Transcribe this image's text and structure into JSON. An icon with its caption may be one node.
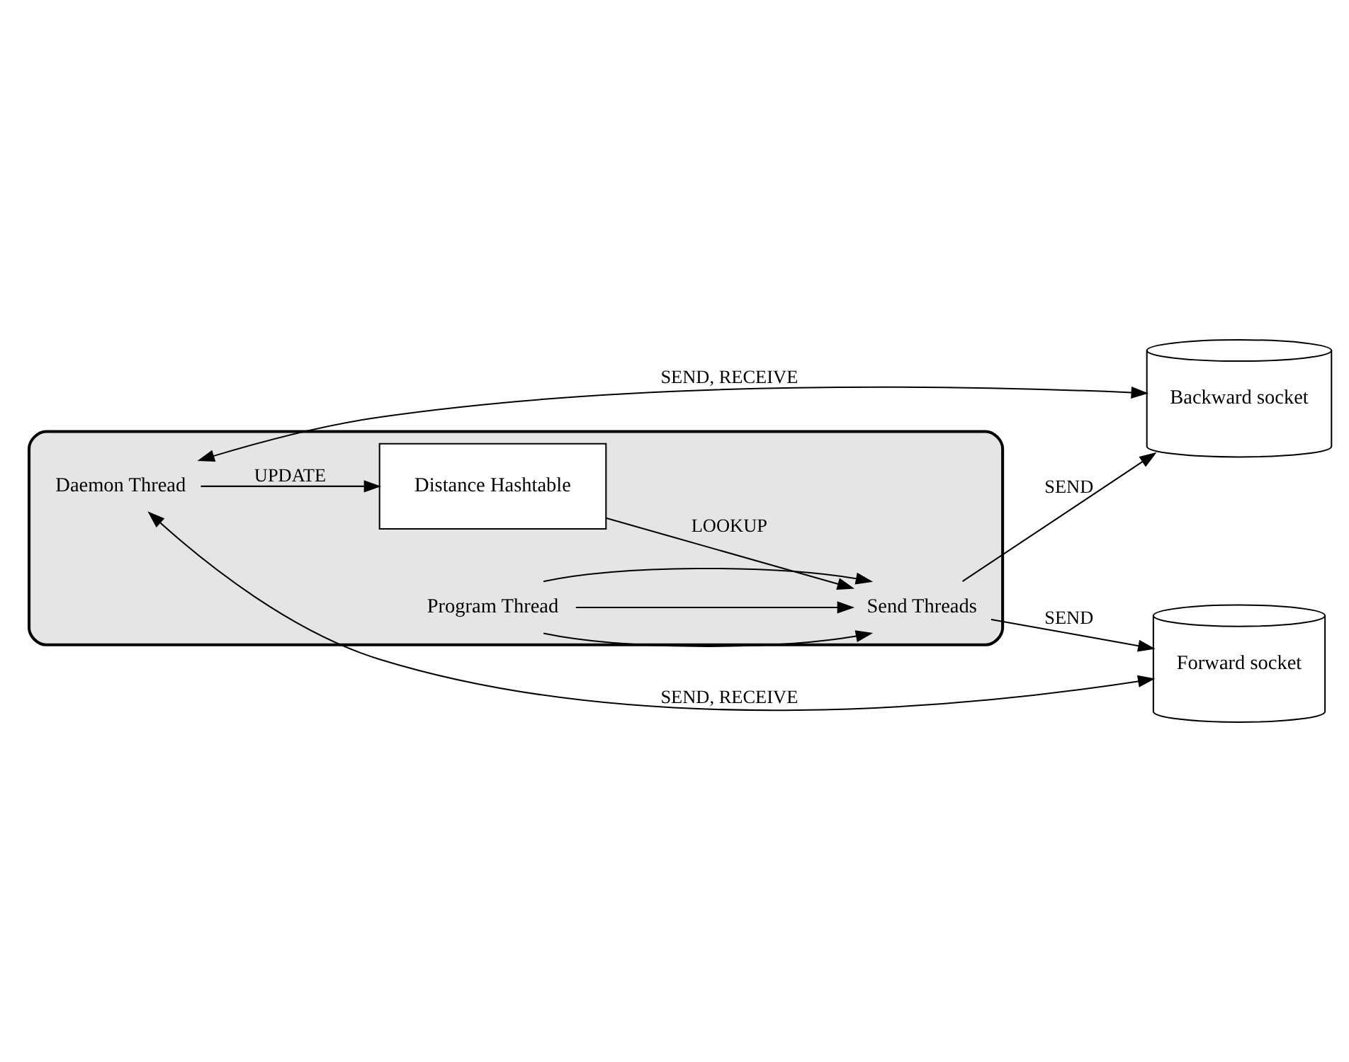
{
  "diagram": {
    "nodes": [
      {
        "text": [],
        "shape": "box"
      },
      {
        "text": [
          "Backward socket"
        ]
      },
      {
        "text": [
          "Daemon Thread"
        ],
        "in": 0
      },
      {
        "text": [
          "Distance Hashtable"
        ],
        "in": 0
      },
      {
        "text": [
          "Send Threads"
        ],
        "in": 0
      },
      {
        "text": [
          "Program Thread"
        ],
        "in": 0
      },
      {
        "text": [
          "Forward socket"
        ]
      }
    ],
    "edges": [
      {
        "from": 2,
        "to": 1,
        "arrow": "both",
        "label": "SEND, RECEIVE"
      },
      {
        "from": 4,
        "to": 1,
        "arrow": "to",
        "label": "SEND"
      },
      {
        "from": 2,
        "to": 3,
        "arrow": "to",
        "label": "UPDATE"
      },
      {
        "from": 3,
        "to": 4,
        "arrow": "to",
        "label": "LOOKUP"
      },
      {
        "from": 5,
        "to": 4,
        "arrow": "to"
      },
      {
        "from": 5,
        "to": 4,
        "arrow": "to"
      },
      {
        "from": 5,
        "to": 4,
        "arrow": "to"
      },
      {
        "from": 2,
        "to": 6,
        "arrow": "both",
        "label": "SEND, RECEIVE"
      },
      {
        "from": 4,
        "to": 6,
        "arrow": "to",
        "label": "SEND"
      }
    ]
  }
}
